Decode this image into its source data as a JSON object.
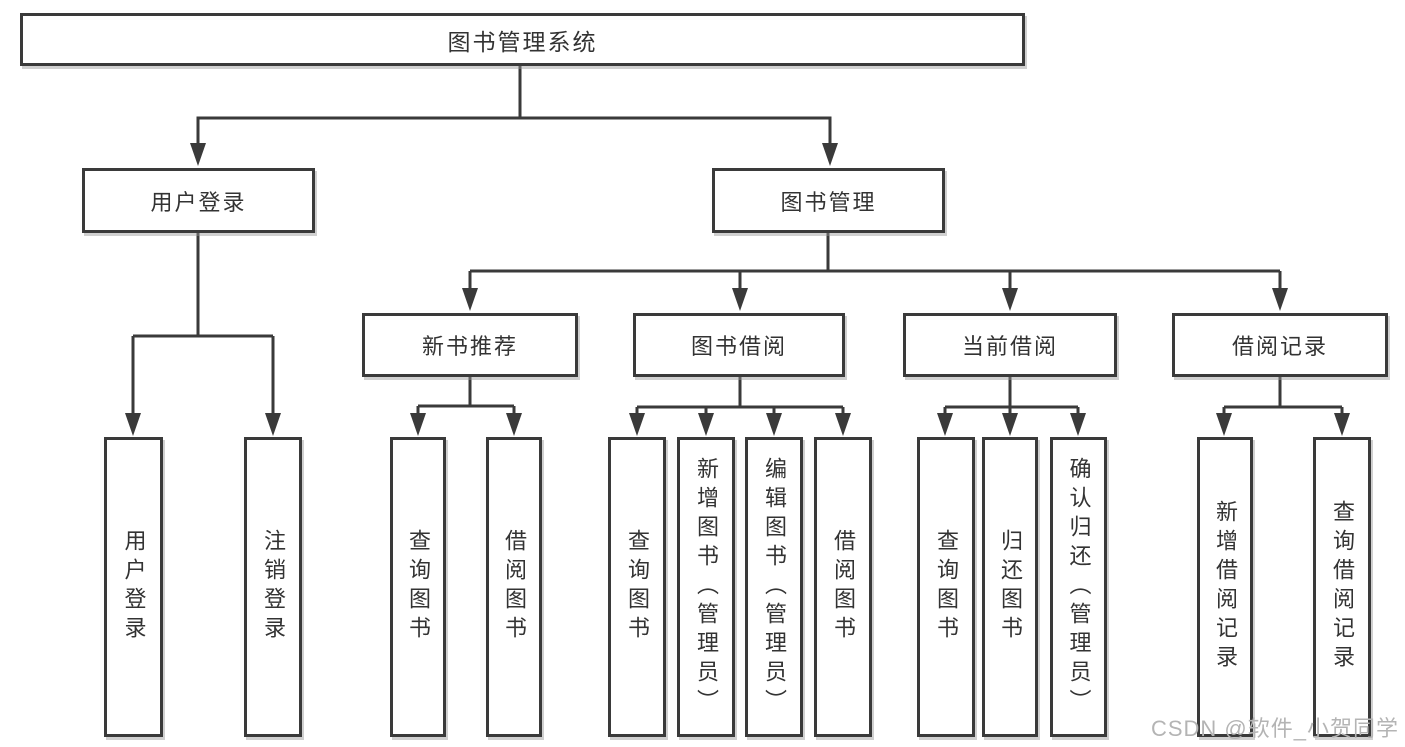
{
  "nodes": {
    "root": "图书管理系统",
    "level2": {
      "user_login": "用户登录",
      "book_management": "图书管理"
    },
    "level3": {
      "new_book_recommend": "新书推荐",
      "book_borrowing": "图书借阅",
      "current_borrowing": "当前借阅",
      "borrowing_records": "借阅记录"
    }
  },
  "leaves": [
    "用户登录",
    "注销登录",
    "查询图书",
    "借阅图书",
    "查询图书",
    "新增图书（管理员）",
    "编辑图书（管理员）",
    "借阅图书",
    "查询图书",
    "归还图书",
    "确认归还（管理员）",
    "新增借阅记录",
    "查询借阅记录"
  ],
  "watermark": "CSDN @软件_小贺同学",
  "colors": {
    "line": "#3a3a3a",
    "text": "#333333",
    "box_background": "#ffffff",
    "page_background": "#ffffff",
    "watermark": "#b4b4b4"
  }
}
